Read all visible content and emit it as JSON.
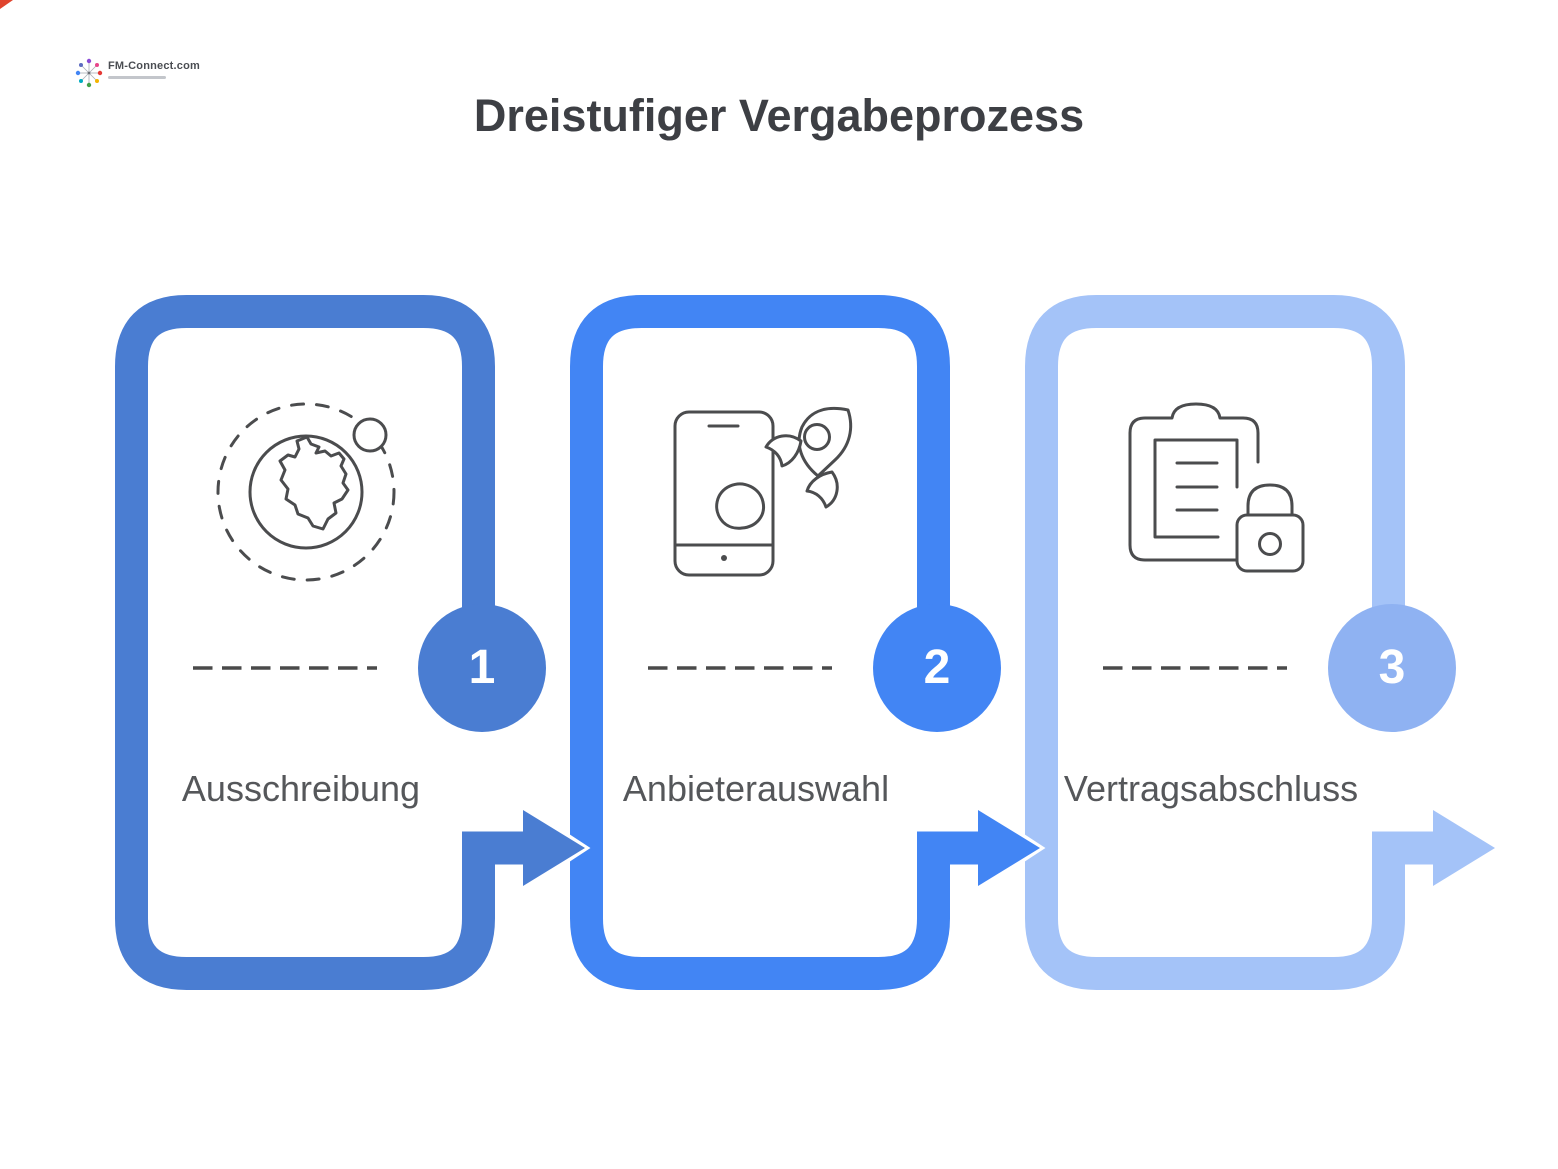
{
  "page": {
    "title": "Dreistufiger Vergabeprozess",
    "background": "#ffffff",
    "title_color": "#3d3f44"
  },
  "logo": {
    "text": "FM-Connect.com"
  },
  "steps": [
    {
      "number": "1",
      "label": "Ausschreibung",
      "color": "#4a7dd2",
      "circle_color": "#4a7dd2",
      "icon": "globe-orbit-icon"
    },
    {
      "number": "2",
      "label": "Anbieterauswahl",
      "color": "#4285f4",
      "circle_color": "#4285f4",
      "icon": "phone-rocket-icon"
    },
    {
      "number": "3",
      "label": "Vertragsabschluss",
      "color": "#a4c3f8",
      "circle_color": "#8fb2f2",
      "icon": "clipboard-lock-icon"
    }
  ],
  "colors": {
    "icon_stroke": "#4b4c4e",
    "divider": "#4a4a4a",
    "number_text": "#ffffff",
    "label_text": "#55575a",
    "arrowhead_outline": "#ffffff"
  }
}
